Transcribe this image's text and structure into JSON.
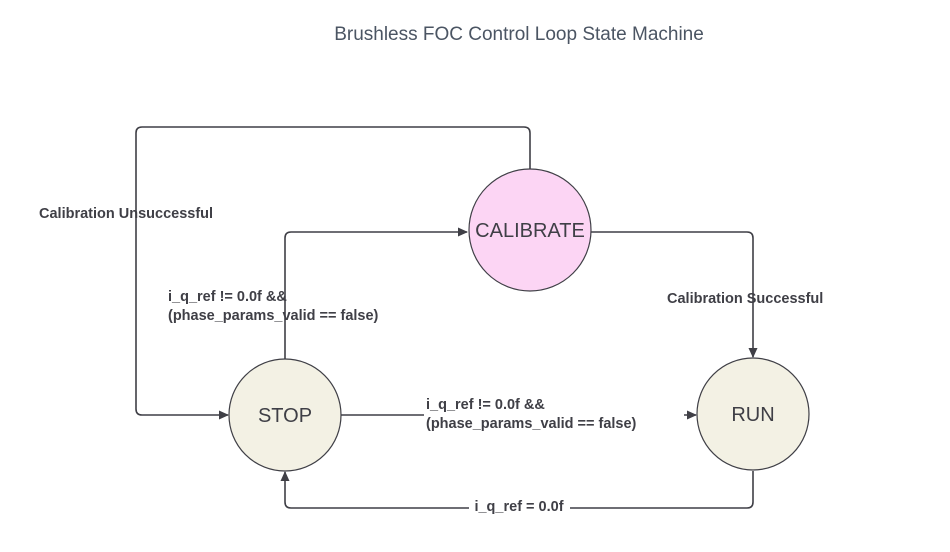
{
  "title": "Brushless FOC Control Loop State Machine",
  "states": {
    "stop": {
      "label": "STOP",
      "fill": "#f3f1e4"
    },
    "calibrate": {
      "label": "CALIBRATE",
      "fill": "#fcd5f4"
    },
    "run": {
      "label": "RUN",
      "fill": "#f3f1e4"
    }
  },
  "transitions": {
    "calibrate_to_stop": {
      "label": "Calibration Unsuccessful"
    },
    "stop_to_calibrate": {
      "line1": "i_q_ref != 0.0f &&",
      "line2": "(phase_params_valid == false)"
    },
    "calibrate_to_run": {
      "label": "Calibration Successful"
    },
    "stop_to_run": {
      "line1": "i_q_ref != 0.0f &&",
      "line2": "(phase_params_valid == false)"
    },
    "run_to_stop": {
      "label": "i_q_ref = 0.0f"
    }
  },
  "colors": {
    "stroke": "#3f3f46",
    "title": "#4b5563"
  }
}
